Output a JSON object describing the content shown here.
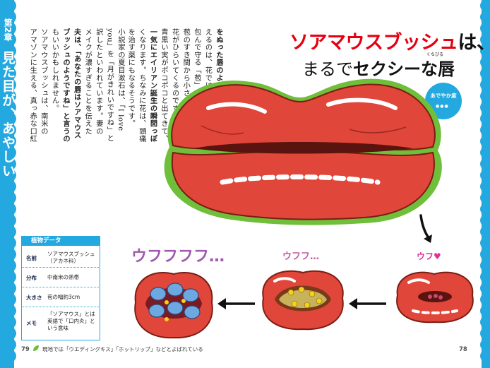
{
  "chapter": {
    "label": "第2章",
    "title": "見た目が、あやしい"
  },
  "headline": {
    "line1_red": "ソアマウスブッシュ",
    "line1_black": "は、",
    "line2_a": "まるで",
    "line2_b": "セクシーな唇",
    "ruby": "くちびる"
  },
  "badge": {
    "label": "あでやか度",
    "dots": "●●●"
  },
  "body_columns": [
    "小説家の夏目漱石は、「I love",
    "you」を「月がきれいですね」と",
    "訳したといわれています。妻の",
    "メイクが濃すぎることを伝えた",
    "夫は、「あなたの唇はソアマウス",
    "ブッシュのようですね」と言うの",
    "もいいかもしれません。",
    "ソアマウスブッシュは、南米の",
    "アマゾンに生える、真っ赤な口紅",
    "をぬった唇のような植物。唇に見",
    "えるのは、花ではなく、つぼみを",
    "包んで守る「苞」という部分です。",
    "苞のすき間から小さくかわいい",
    "花がひらいてくるのですが、その後に",
    "青黒い実がポコポコと出てきて、",
    "一気にエイリアン誕生の瞬間っぽ",
    "くなります。ちなみに花は、頭痛",
    "を治す薬にもなるそうです。"
  ],
  "plant_data": {
    "title": "植物データ",
    "rows": [
      {
        "key": "名前",
        "value": "ソアマウスブッシュ（アカネ科）"
      },
      {
        "key": "分布",
        "value": "中南米の熱帯"
      },
      {
        "key": "大きさ",
        "value": "苞の幅約3cm"
      },
      {
        "key": "メモ",
        "value": "「ソアマウス」とは英語で「口内炎」という意味"
      }
    ]
  },
  "laughs": {
    "small": "ウフ♥",
    "medium": "ウフフ…",
    "large": "ウフフフフ…"
  },
  "footer": {
    "page_left": "79",
    "page_right": "78",
    "note": "現地では「ウエディングキス」「ホットリップ」などとよばれている"
  },
  "colors": {
    "accent": "#24a8e0",
    "red": "#e60012",
    "lip": "#e0463a",
    "green": "#6fbf3a"
  }
}
